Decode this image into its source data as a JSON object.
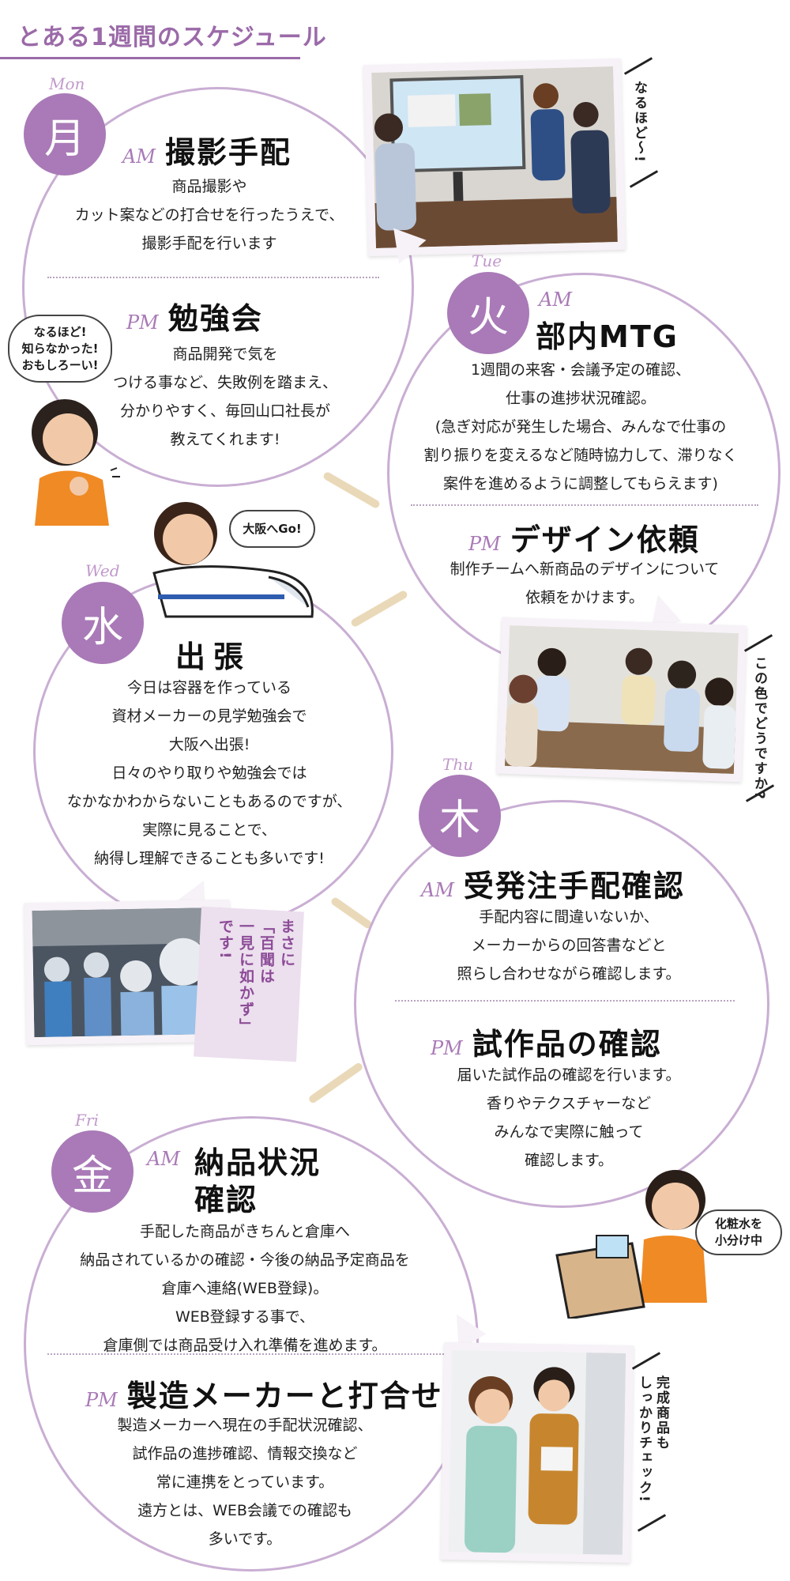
{
  "title": "とある1週間のスケジュール",
  "days": {
    "mon": {
      "name": "Mon",
      "kanji": "月",
      "am": {
        "label": "AM",
        "heading": "撮影手配",
        "body": "商品撮影や\nカット案などの打合せを行ったうえで、\n撮影手配を行います"
      },
      "pm": {
        "label": "PM",
        "heading": "勉強会",
        "body": "商品開発で気を\nつける事など、失敗例を踏まえ、\n分かりやすく、毎回山口社長が\n教えてくれます!"
      },
      "caption": "なるほど〜!",
      "bubble": "なるほど!\n知らなかった!\nおもしろーい!"
    },
    "tue": {
      "name": "Tue",
      "kanji": "火",
      "am": {
        "label": "AM",
        "heading": "部内MTG",
        "body": "1週間の来客・会議予定の確認、\n仕事の進捗状況確認。\n(急ぎ対応が発生した場合、みんなで仕事の\n割り振りを変えるなど随時協力して、滞りなく\n案件を進めるように調整してもらえます)"
      },
      "pm": {
        "label": "PM",
        "heading": "デザイン依頼",
        "body": "制作チームへ新商品のデザインについて\n依頼をかけます。"
      },
      "caption": "この色でどうですか?"
    },
    "wed": {
      "name": "Wed",
      "kanji": "水",
      "heading": "出張",
      "body": "今日は容器を作っている\n資材メーカーの見学勉強会で\n大阪へ出張!\n日々のやり取りや勉強会では\nなかなかわからないこともあるのですが、\n実際に見ることで、\n納得し理解できることも多いです!",
      "bubble": "大阪へGo!",
      "note": "まさに\n「百聞は\n一見に如かず」\nです!"
    },
    "thu": {
      "name": "Thu",
      "kanji": "木",
      "am": {
        "label": "AM",
        "heading": "受発注手配確認",
        "body": "手配内容に間違いないか、\nメーカーからの回答書などと\n照らし合わせながら確認します。"
      },
      "pm": {
        "label": "PM",
        "heading": "試作品の確認",
        "body": "届いた試作品の確認を行います。\n香りやテクスチャーなど\nみんなで実際に触って\n確認します。"
      },
      "bubble": "化粧水を\n小分け中"
    },
    "fri": {
      "name": "Fri",
      "kanji": "金",
      "am": {
        "label": "AM",
        "heading1": "納品状況",
        "heading2": "確認",
        "body": "手配した商品がきちんと倉庫へ\n納品されているかの確認・今後の納品予定商品を\n倉庫へ連絡(WEB登録)。\nWEB登録する事で、\n倉庫側では商品受け入れ準備を進めます。"
      },
      "pm": {
        "label": "PM",
        "heading": "製造メーカーと打合せ",
        "body": "製造メーカーへ現在の手配状況確認、\n試作品の進捗確認、情報交換など\n常に連携をとっています。\n遠方とは、WEB会議での確認も\n多いです。"
      },
      "caption": "完成商品も\nしっかりチェック!"
    }
  },
  "colors": {
    "accent": "#a97ab7",
    "circle_border": "#c9aed3",
    "connector": "#ead9b8",
    "note_bg": "#ecdfee"
  }
}
